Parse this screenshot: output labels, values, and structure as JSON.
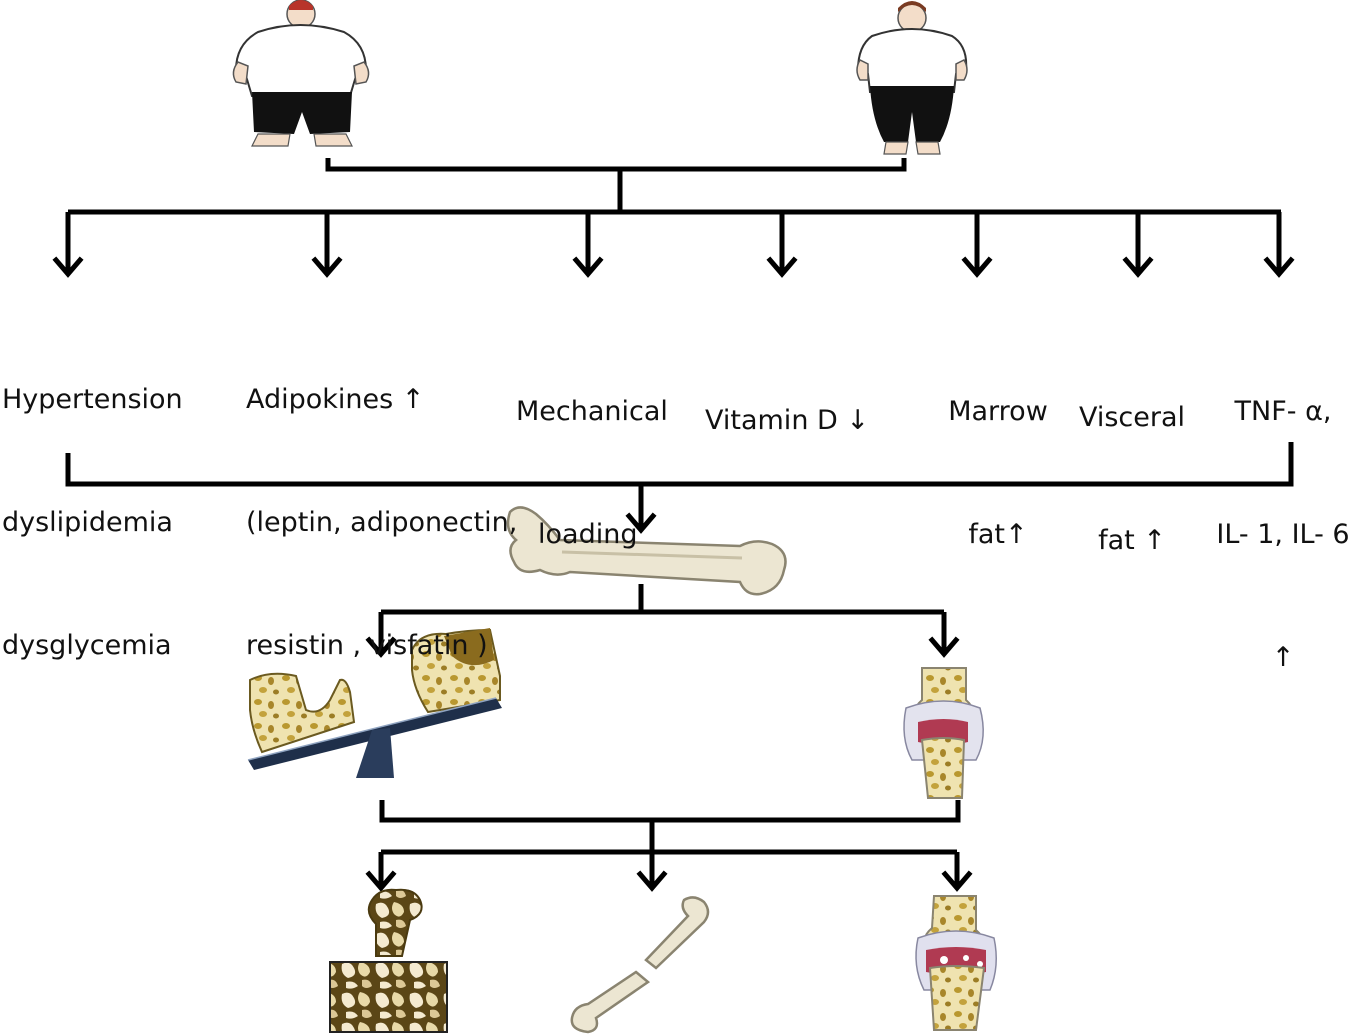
{
  "factors": [
    {
      "id": "metabolic",
      "lines": [
        "Hypertension",
        "dyslipidemia",
        "dysglycemia"
      ]
    },
    {
      "id": "adipokines",
      "lines": [
        "Adipokines ↑",
        "(leptin, adiponectin,",
        "resistin , visfatin )"
      ]
    },
    {
      "id": "mechanical",
      "lines": [
        "Mechanical",
        "loading"
      ]
    },
    {
      "id": "vitamin-d",
      "lines": [
        "Vitamin D ↓"
      ]
    },
    {
      "id": "marrow-fat",
      "lines": [
        "Marrow",
        "fat↑"
      ]
    },
    {
      "id": "visceral-fat",
      "lines": [
        "Visceral",
        "fat ↑"
      ]
    },
    {
      "id": "cytokines",
      "lines": [
        "TNF- α,",
        "IL- 1, IL- 6",
        "↑"
      ]
    }
  ],
  "colors": {
    "line": "#000000",
    "bone": "#ece6d2",
    "bone_edge": "#8a8470",
    "trabecular": "#c9ae4e",
    "cartilage": "#b03a52",
    "seesaw": "#1f2f4a",
    "skin": "#f3ddc9"
  },
  "icons": {
    "obese_male": "obese-man-icon",
    "obese_female": "obese-woman-icon",
    "femur": "femur-bone-icon",
    "bone_balance": "bone-remodeling-seesaw-icon",
    "knee_joint": "knee-joint-icon",
    "osteoporosis": "osteoporotic-femur-icon",
    "fracture": "fractured-bone-icon",
    "osteoarthritis": "osteoarthritic-joint-icon"
  }
}
